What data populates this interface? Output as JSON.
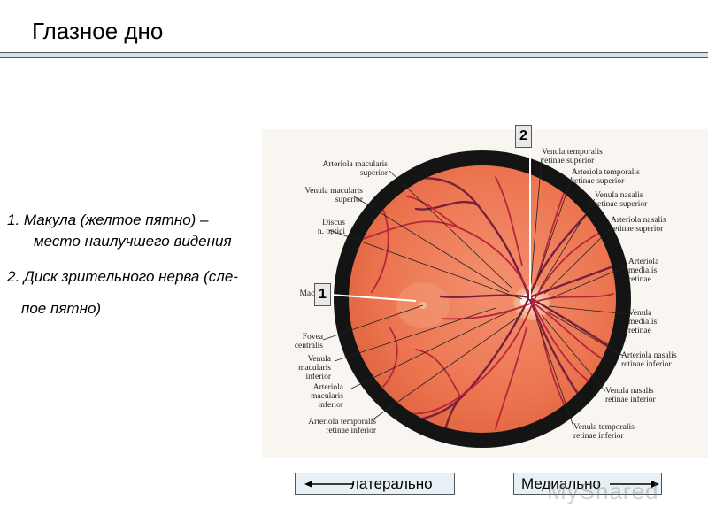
{
  "title": "Глазное дно",
  "legend": {
    "item1_line1": "1. Макула (желтое пятно) –",
    "item1_line2": "место наилучшего видения",
    "item2_line1": "2. Диск зрительного нерва (сле-",
    "item2_line2": "пое пятно)"
  },
  "markers": {
    "one": "1",
    "two": "2"
  },
  "directions": {
    "lateral": "латерально",
    "medial": "Медиально"
  },
  "watermark": "MyShared",
  "labels_left": [
    [
      "Arteriola macularis",
      "superior"
    ],
    [
      "Venula macularis",
      "superior"
    ],
    [
      "Discus",
      "n. optici"
    ],
    [
      "Maci"
    ],
    [
      "Fovea",
      "centralis"
    ],
    [
      "Venula",
      "macularis",
      "inferior"
    ],
    [
      "Arteriola",
      "macularis",
      "inferior"
    ],
    [
      "Arteriola temporalis",
      "retinae inferior"
    ]
  ],
  "labels_right": [
    [
      "Venula temporalis",
      "retinae superior"
    ],
    [
      "Arteriola temporalis",
      "retinae superior"
    ],
    [
      "Venula nasalis",
      "retinae superior"
    ],
    [
      "Arteriola nasalis",
      "retinae superior"
    ],
    [
      "Arteriola",
      "medialis",
      "retinae"
    ],
    [
      "Venula",
      "medialis",
      "retinae"
    ],
    [
      "Arteriola nasalis",
      "retinae inferior"
    ],
    [
      "Venula nasalis",
      "retinae inferior"
    ],
    [
      "Venula temporalis",
      "retinae inferior"
    ]
  ],
  "colors": {
    "fundus": "#ee7a52",
    "rim": "#141414",
    "vessel_artery": "#b8243a",
    "vessel_vein": "#7a1f3c",
    "disc": "#f6c8a8"
  }
}
